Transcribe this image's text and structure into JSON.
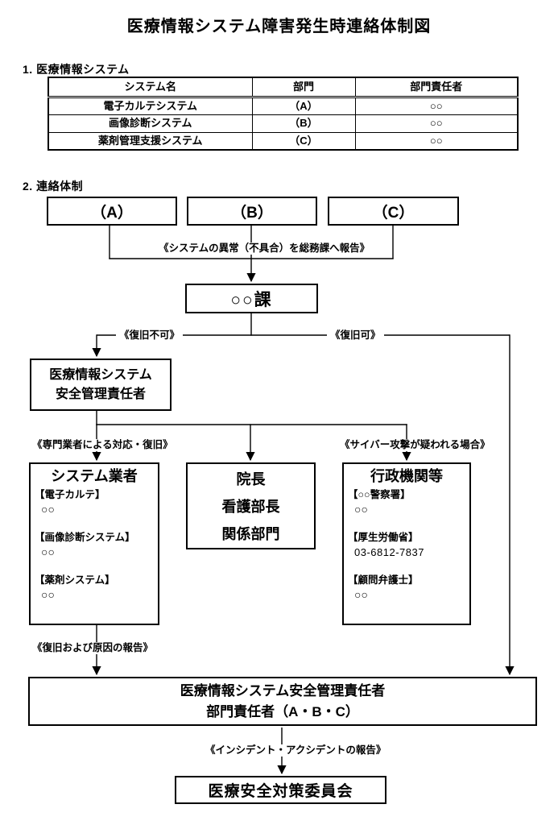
{
  "colors": {
    "text": "#000000",
    "background": "#ffffff",
    "line": "#000000"
  },
  "page": {
    "title": "医療情報システム障害発生時連絡体制図",
    "section1_label": "1. 医療情報システム",
    "section2_label": "2. 連絡体制"
  },
  "table": {
    "headers": [
      "システム名",
      "部門",
      "部門責任者"
    ],
    "rows": [
      [
        "電子カルテシステム",
        "（A）",
        "○○"
      ],
      [
        "画像診断システム",
        "（B）",
        "○○"
      ],
      [
        "薬剤管理支援システム",
        "（C）",
        "○○"
      ]
    ]
  },
  "flowchart": {
    "dept_a": "（A）",
    "dept_b": "（B）",
    "dept_c": "（C）",
    "report_label": "《システムの異常（不具合）を総務課へ報告》",
    "soumu_box": "○○課",
    "no_recovery_label": "《復旧不可》",
    "recovery_label": "《復旧可》",
    "safety_manager_box": {
      "line1": "医療情報システム",
      "line2": "安全管理責任者"
    },
    "vendor_branch_label": "《専門業者による対応・復旧》",
    "cyber_branch_label": "《サイバー攻撃が疑われる場合》",
    "vendor_box": {
      "title": "システム業者",
      "items": [
        {
          "category": "【電子カルテ】",
          "value": "○○"
        },
        {
          "category": "【画像診断システム】",
          "value": "○○"
        },
        {
          "category": "【薬剤システム】",
          "value": "○○"
        }
      ]
    },
    "director_box": {
      "lines": [
        "院長",
        "看護部長",
        "関係部門"
      ]
    },
    "agency_box": {
      "title": "行政機関等",
      "items": [
        {
          "category": "【○○警察署】",
          "value": "○○"
        },
        {
          "category": "【厚生労働省】",
          "value": "03-6812-7837"
        },
        {
          "category": "【顧問弁護士】",
          "value": "○○"
        }
      ]
    },
    "cause_report_label": "《復旧および原因の報告》",
    "manager_report_box": {
      "line1": "医療情報システム安全管理責任者",
      "line2": "部門責任者（A・B・C）"
    },
    "incident_report_label": "《インシデント・アクシデントの報告》",
    "committee_box": "医療安全対策委員会"
  }
}
